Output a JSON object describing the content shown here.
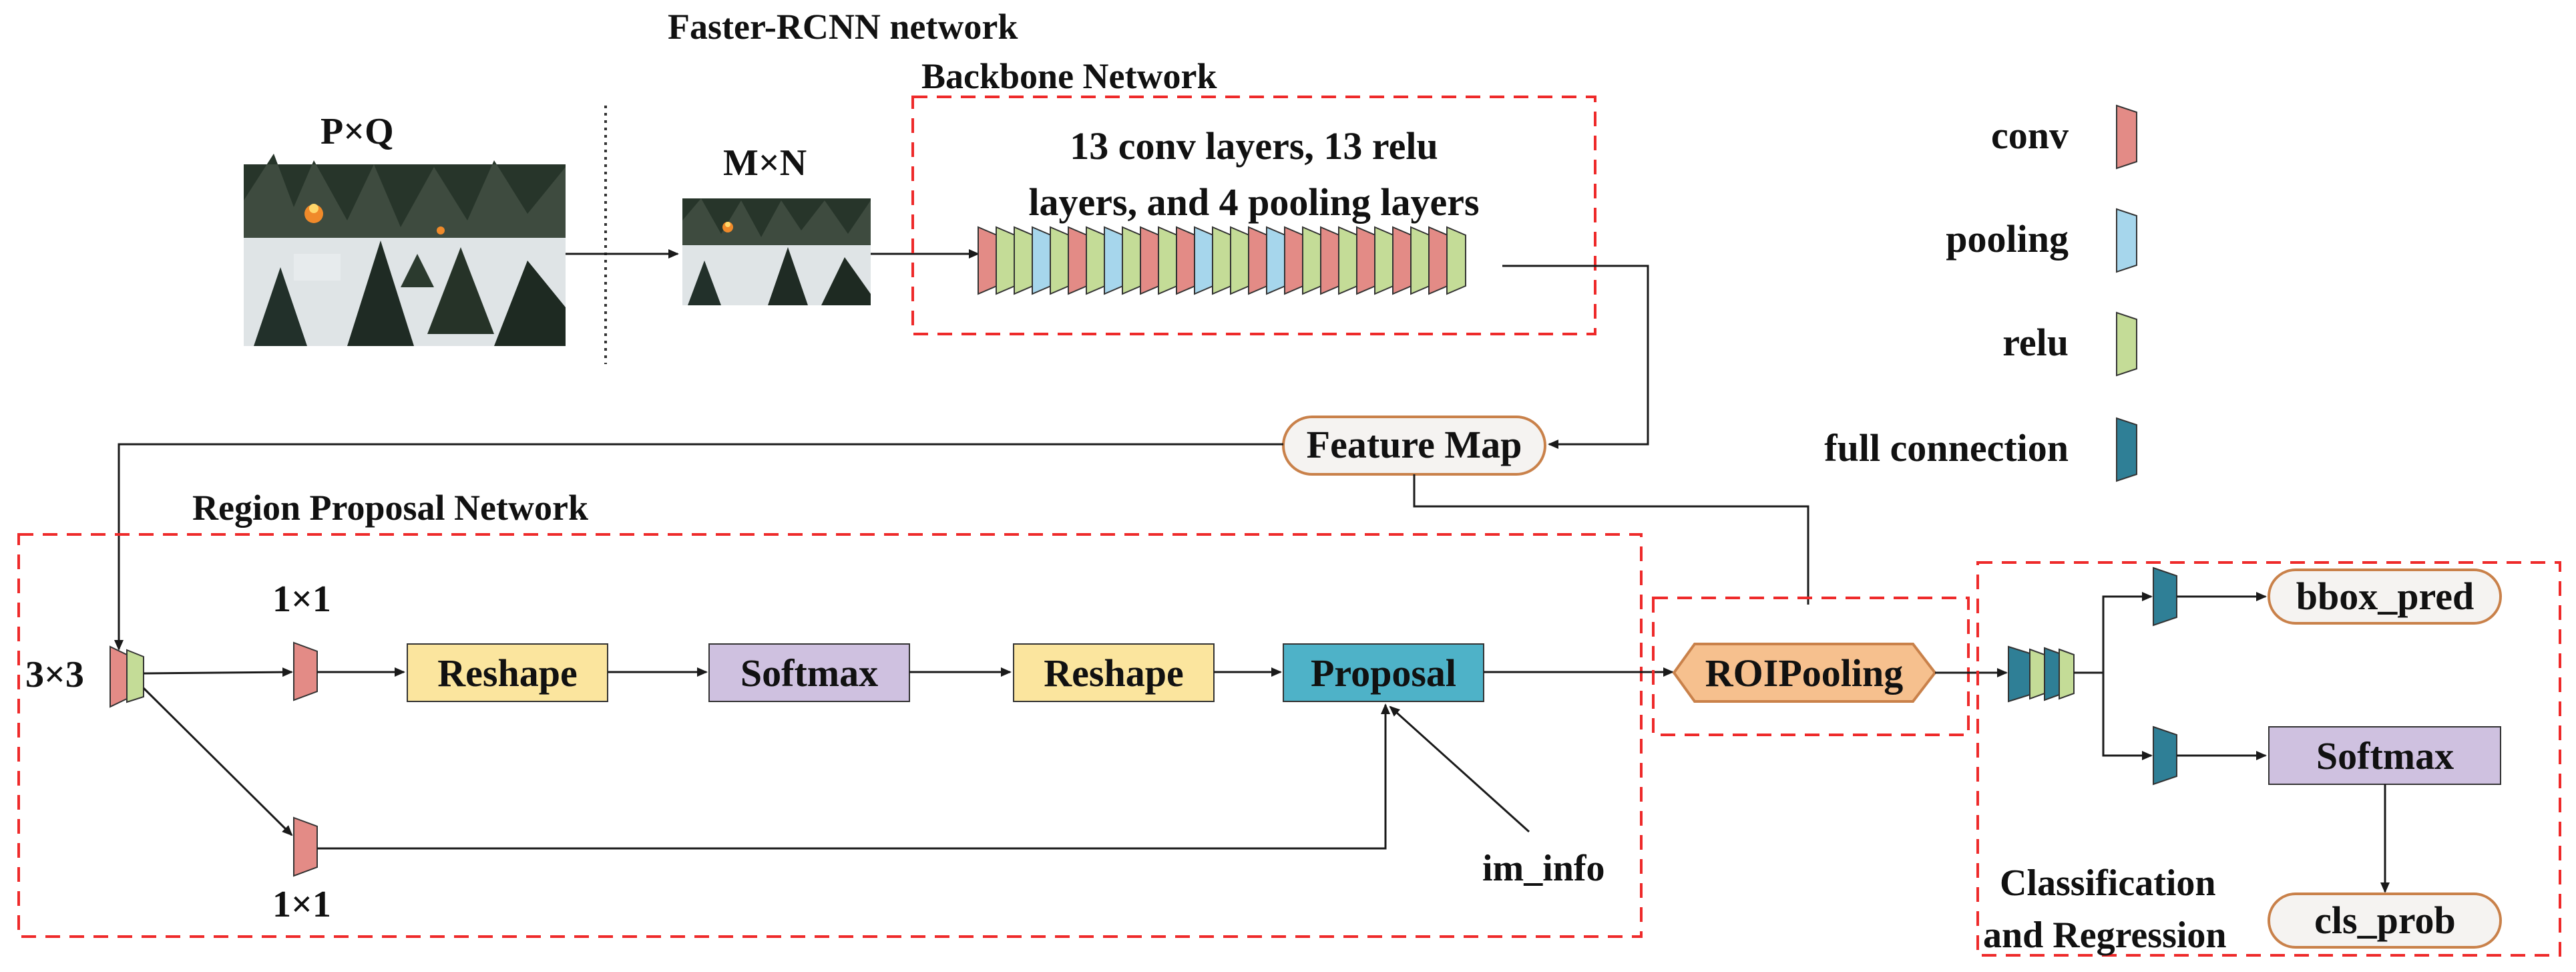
{
  "title": "Faster-RCNN network",
  "input": {
    "label": "P×Q"
  },
  "resized": {
    "label": "M×N"
  },
  "backbone": {
    "title": "Backbone Network",
    "desc_line1": "13 conv layers, 13 relu",
    "desc_line2": "layers, and 4 pooling layers",
    "layer_sequence": [
      "conv",
      "relu",
      "relu",
      "pooling",
      "relu",
      "conv",
      "relu",
      "pooling",
      "relu",
      "conv",
      "relu",
      "conv",
      "pooling",
      "relu",
      "relu",
      "conv",
      "pooling",
      "conv",
      "relu",
      "conv",
      "relu",
      "conv",
      "relu",
      "conv",
      "relu",
      "conv",
      "relu"
    ]
  },
  "feature_map": {
    "label": "Feature Map"
  },
  "rpn": {
    "title": "Region Proposal Network",
    "conv3_label": "3×3",
    "conv1_top_label": "1×1",
    "conv1_bottom_label": "1×1",
    "reshape1": "Reshape",
    "softmax": "Softmax",
    "reshape2": "Reshape",
    "proposal": "Proposal",
    "im_info": "im_info"
  },
  "roi": {
    "label": "ROIPooling"
  },
  "cls": {
    "title_line1": "Classification",
    "title_line2": "and Regression",
    "bbox_pred": "bbox_pred",
    "softmax": "Softmax",
    "cls_prob": "cls_prob"
  },
  "legend": [
    {
      "label": "conv",
      "color": "#e38b86"
    },
    {
      "label": "pooling",
      "color": "#a6d6ec"
    },
    {
      "label": "relu",
      "color": "#c4dc97"
    },
    {
      "label": "full connection",
      "color": "#2f7f96"
    }
  ],
  "colors": {
    "conv": "#e38b86",
    "pooling": "#a6d6ec",
    "relu": "#c4dc97",
    "fc": "#2f7f96",
    "reshape": "#fbe59e",
    "softmax": "#cfc1e0",
    "proposal": "#4eb2c8",
    "roi": "#f6c08e",
    "dashed": "#ee2a2a"
  }
}
